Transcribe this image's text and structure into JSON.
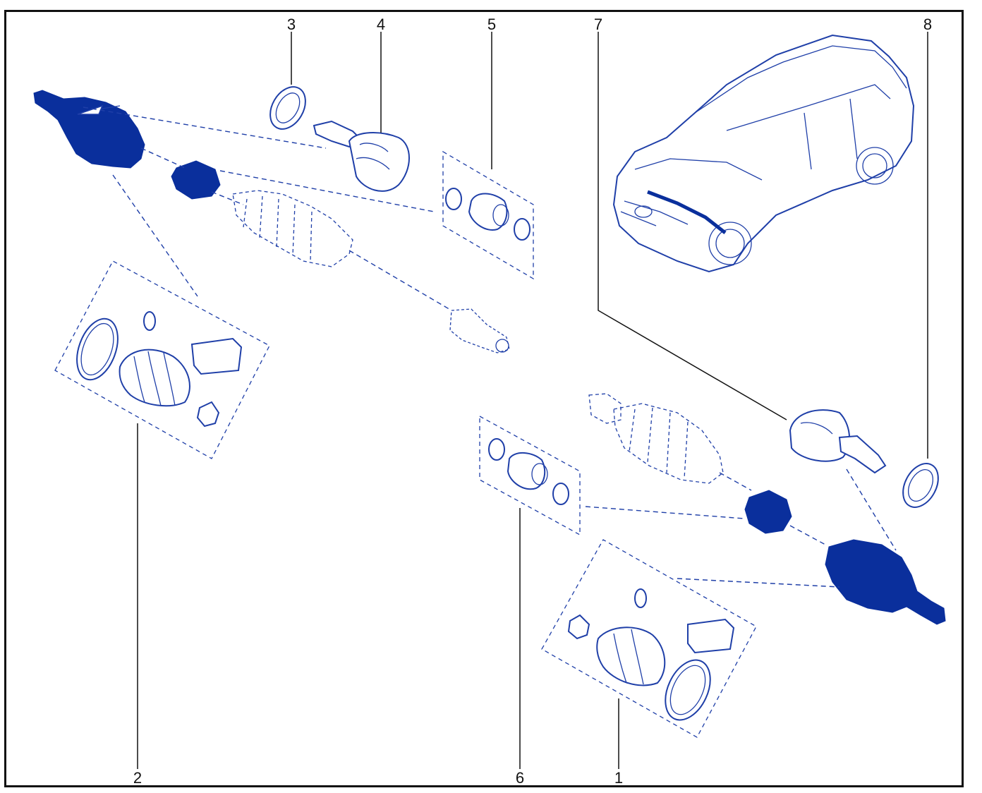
{
  "colors": {
    "ink": "#111111",
    "part_line": "#1f3fa8",
    "part_fill": "#0a2f9c"
  },
  "callouts": [
    {
      "id": "c1",
      "number": "1"
    },
    {
      "id": "c2",
      "number": "2"
    },
    {
      "id": "c3",
      "number": "3"
    },
    {
      "id": "c4",
      "number": "4"
    },
    {
      "id": "c5",
      "number": "5"
    },
    {
      "id": "c6",
      "number": "6"
    },
    {
      "id": "c7",
      "number": "7"
    },
    {
      "id": "c8",
      "number": "8"
    }
  ]
}
